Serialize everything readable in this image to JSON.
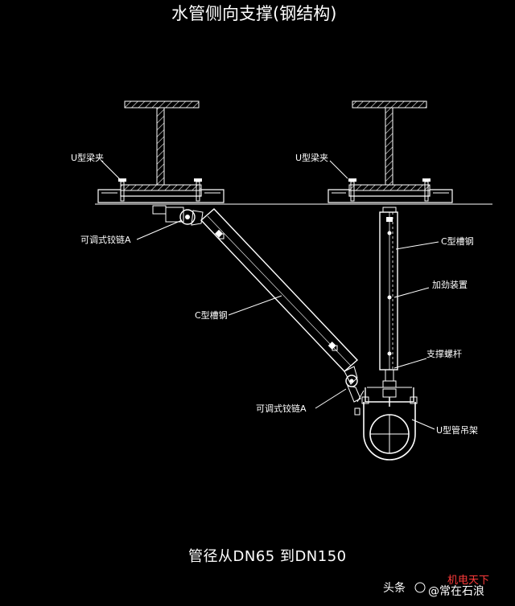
{
  "title": "水管侧向支撑(钢结构)",
  "labels": {
    "u_clamp_left": "U型梁夹",
    "u_clamp_right": "U型梁夹",
    "hinge_top": "可调式铰链A",
    "hinge_bottom": "可调式铰链A",
    "c_channel_diag": "C型槽钢",
    "c_channel_vert": "C型槽钢",
    "stiffener": "加劲装置",
    "support_rod": "支撑螺杆",
    "u_hanger": "U型管吊架"
  },
  "caption": "管径从DN65 到DN150",
  "watermark": {
    "prefix": "头条",
    "handle": "@常在石浪",
    "overlay": "机电天下"
  }
}
